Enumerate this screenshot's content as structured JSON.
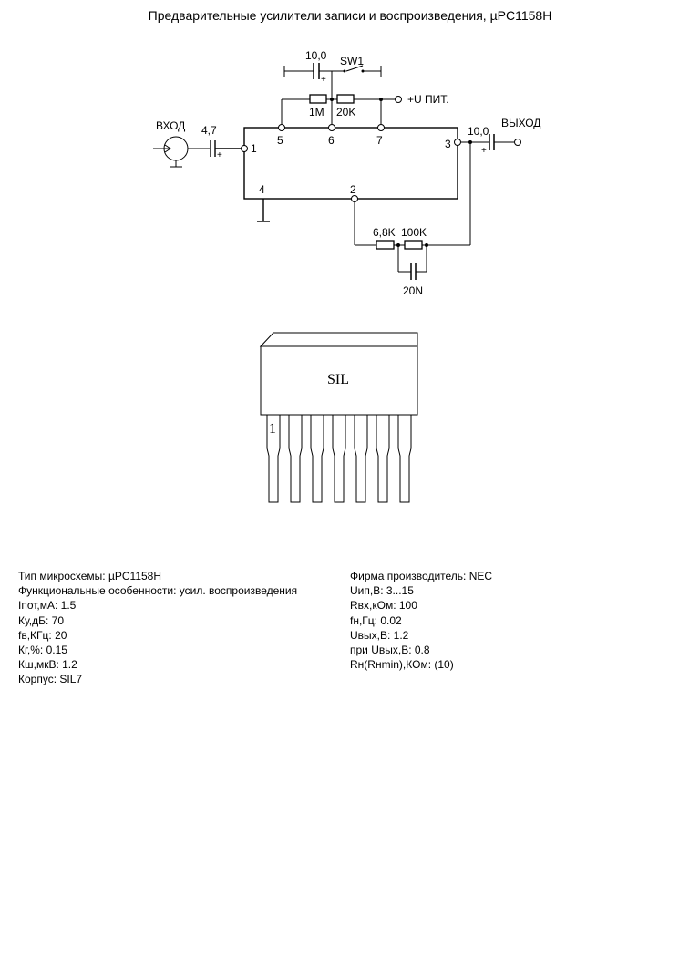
{
  "title": "Предварительные усилители записи и воспроизведения, µPC1158H",
  "schematic": {
    "input_label": "ВХОД",
    "output_label": "ВЫХОД",
    "power_label": "+U ПИТ.",
    "switch_label": "SW1",
    "cap_in": "4,7",
    "cap_out": "10,0",
    "cap_top": "10,0",
    "cap_fb": "20N",
    "res_1m": "1M",
    "res_20k": "20K",
    "res_6k8": "6,8K",
    "res_100k": "100K",
    "plus": "+",
    "pins": {
      "p1": "1",
      "p2": "2",
      "p3": "3",
      "p4": "4",
      "p5": "5",
      "p6": "6",
      "p7": "7"
    }
  },
  "package": {
    "label": "SIL",
    "pin1_label": "1"
  },
  "specs_left": [
    "Тип микросхемы: µPC1158H",
    "Функциональные особенности: усил. воспроизведения",
    "Iпот,мА: 1.5",
    "Ку,дБ: 70",
    "fв,КГц: 20",
    "Кг,%: 0.15",
    "Кш,мкВ: 1.2",
    "Корпус: SIL7"
  ],
  "specs_right": [
    "Фирма производитель: NEC",
    "Uип,В: 3...15",
    "Rвх,кОм: 100",
    "fн,Гц: 0.02",
    "Uвых,В: 1.2",
    "при Uвых,В: 0.8",
    "Rн(Rнmin),КОм: (10)"
  ]
}
